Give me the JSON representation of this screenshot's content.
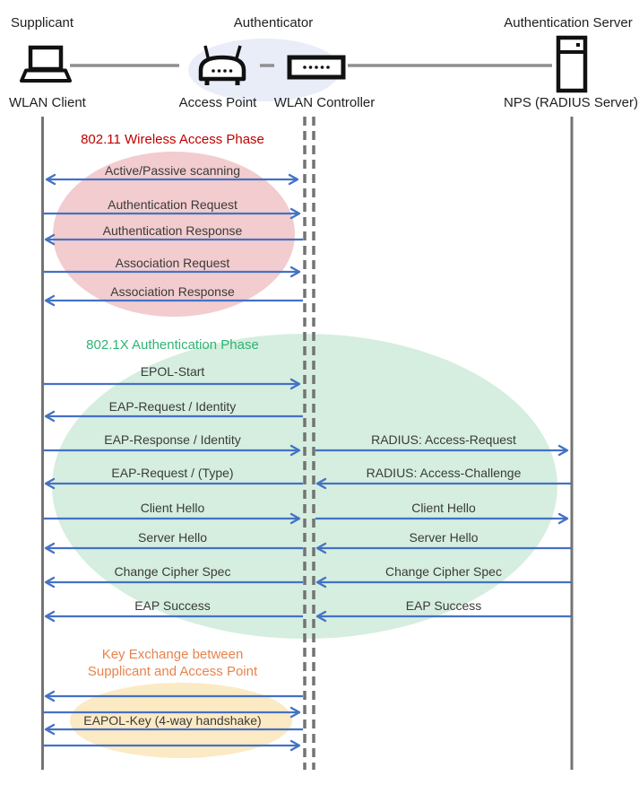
{
  "header": {
    "roles": [
      {
        "label": "Supplicant"
      },
      {
        "label": "Authenticator"
      },
      {
        "label": "Authentication Server"
      }
    ],
    "devices": [
      {
        "label": "WLAN Client",
        "icon": "laptop-icon"
      },
      {
        "label": "Access Point",
        "icon": "wireless-router-icon"
      },
      {
        "label": "WLAN Controller",
        "icon": "controller-box-icon"
      },
      {
        "label": "NPS (RADIUS Server)",
        "icon": "server-tower-icon"
      }
    ]
  },
  "phases": {
    "p80211": {
      "title": "802.11 Wireless Access Phase",
      "color": "#C00000",
      "ellipse_fill": "#F2CCCE"
    },
    "p8021x": {
      "title": "802.1X Authentication Phase",
      "color": "#2EB473",
      "ellipse_fill": "#D5EEDF"
    },
    "keyx": {
      "title_line1": "Key Exchange between",
      "title_line2": "Supplicant and Access Point",
      "color": "#E8834C",
      "ellipse_fill": "#FCEAC4"
    }
  },
  "messages": {
    "left": [
      {
        "label": "Active/Passive scanning",
        "direction": "both"
      },
      {
        "label": "Authentication Request",
        "direction": "right"
      },
      {
        "label": "Authentication Response",
        "direction": "left"
      },
      {
        "label": "Association Request",
        "direction": "right"
      },
      {
        "label": "Association Response",
        "direction": "left"
      },
      {
        "label": "EPOL-Start",
        "direction": "right"
      },
      {
        "label": "EAP-Request / Identity",
        "direction": "left"
      },
      {
        "label": "EAP-Response / Identity",
        "direction": "right"
      },
      {
        "label": "EAP-Request / (Type)",
        "direction": "left"
      },
      {
        "label": "Client Hello",
        "direction": "right"
      },
      {
        "label": "Server Hello",
        "direction": "left"
      },
      {
        "label": "Change Cipher Spec",
        "direction": "left"
      },
      {
        "label": "EAP Success",
        "direction": "left"
      }
    ],
    "right": [
      {
        "label": "RADIUS: Access-Request",
        "direction": "right"
      },
      {
        "label": "RADIUS: Access-Challenge",
        "direction": "left"
      },
      {
        "label": "Client Hello",
        "direction": "right"
      },
      {
        "label": "Server Hello",
        "direction": "left"
      },
      {
        "label": "Change Cipher Spec",
        "direction": "left"
      },
      {
        "label": "EAP Success",
        "direction": "left"
      }
    ],
    "key_exchange": {
      "label": "EAPOL-Key (4-way handshake)",
      "arrow_directions": [
        "left",
        "right",
        "left",
        "right"
      ]
    }
  },
  "colors": {
    "arrow_blue": "#4472C4",
    "lifeline_gray": "#747474",
    "authenticator_ellipse_fill": "#E9EDF8",
    "icon_black": "#111111",
    "message_text": "#3A3A3A"
  }
}
